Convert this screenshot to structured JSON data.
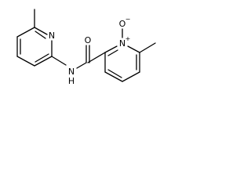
{
  "molecule": {
    "atoms": {
      "n_left": "N",
      "nh": "N",
      "h": "H",
      "carbonyl_o": "O",
      "n_right": "N",
      "n_oxide_o": "O",
      "plus_charge": "+",
      "minus_charge": "−"
    }
  }
}
